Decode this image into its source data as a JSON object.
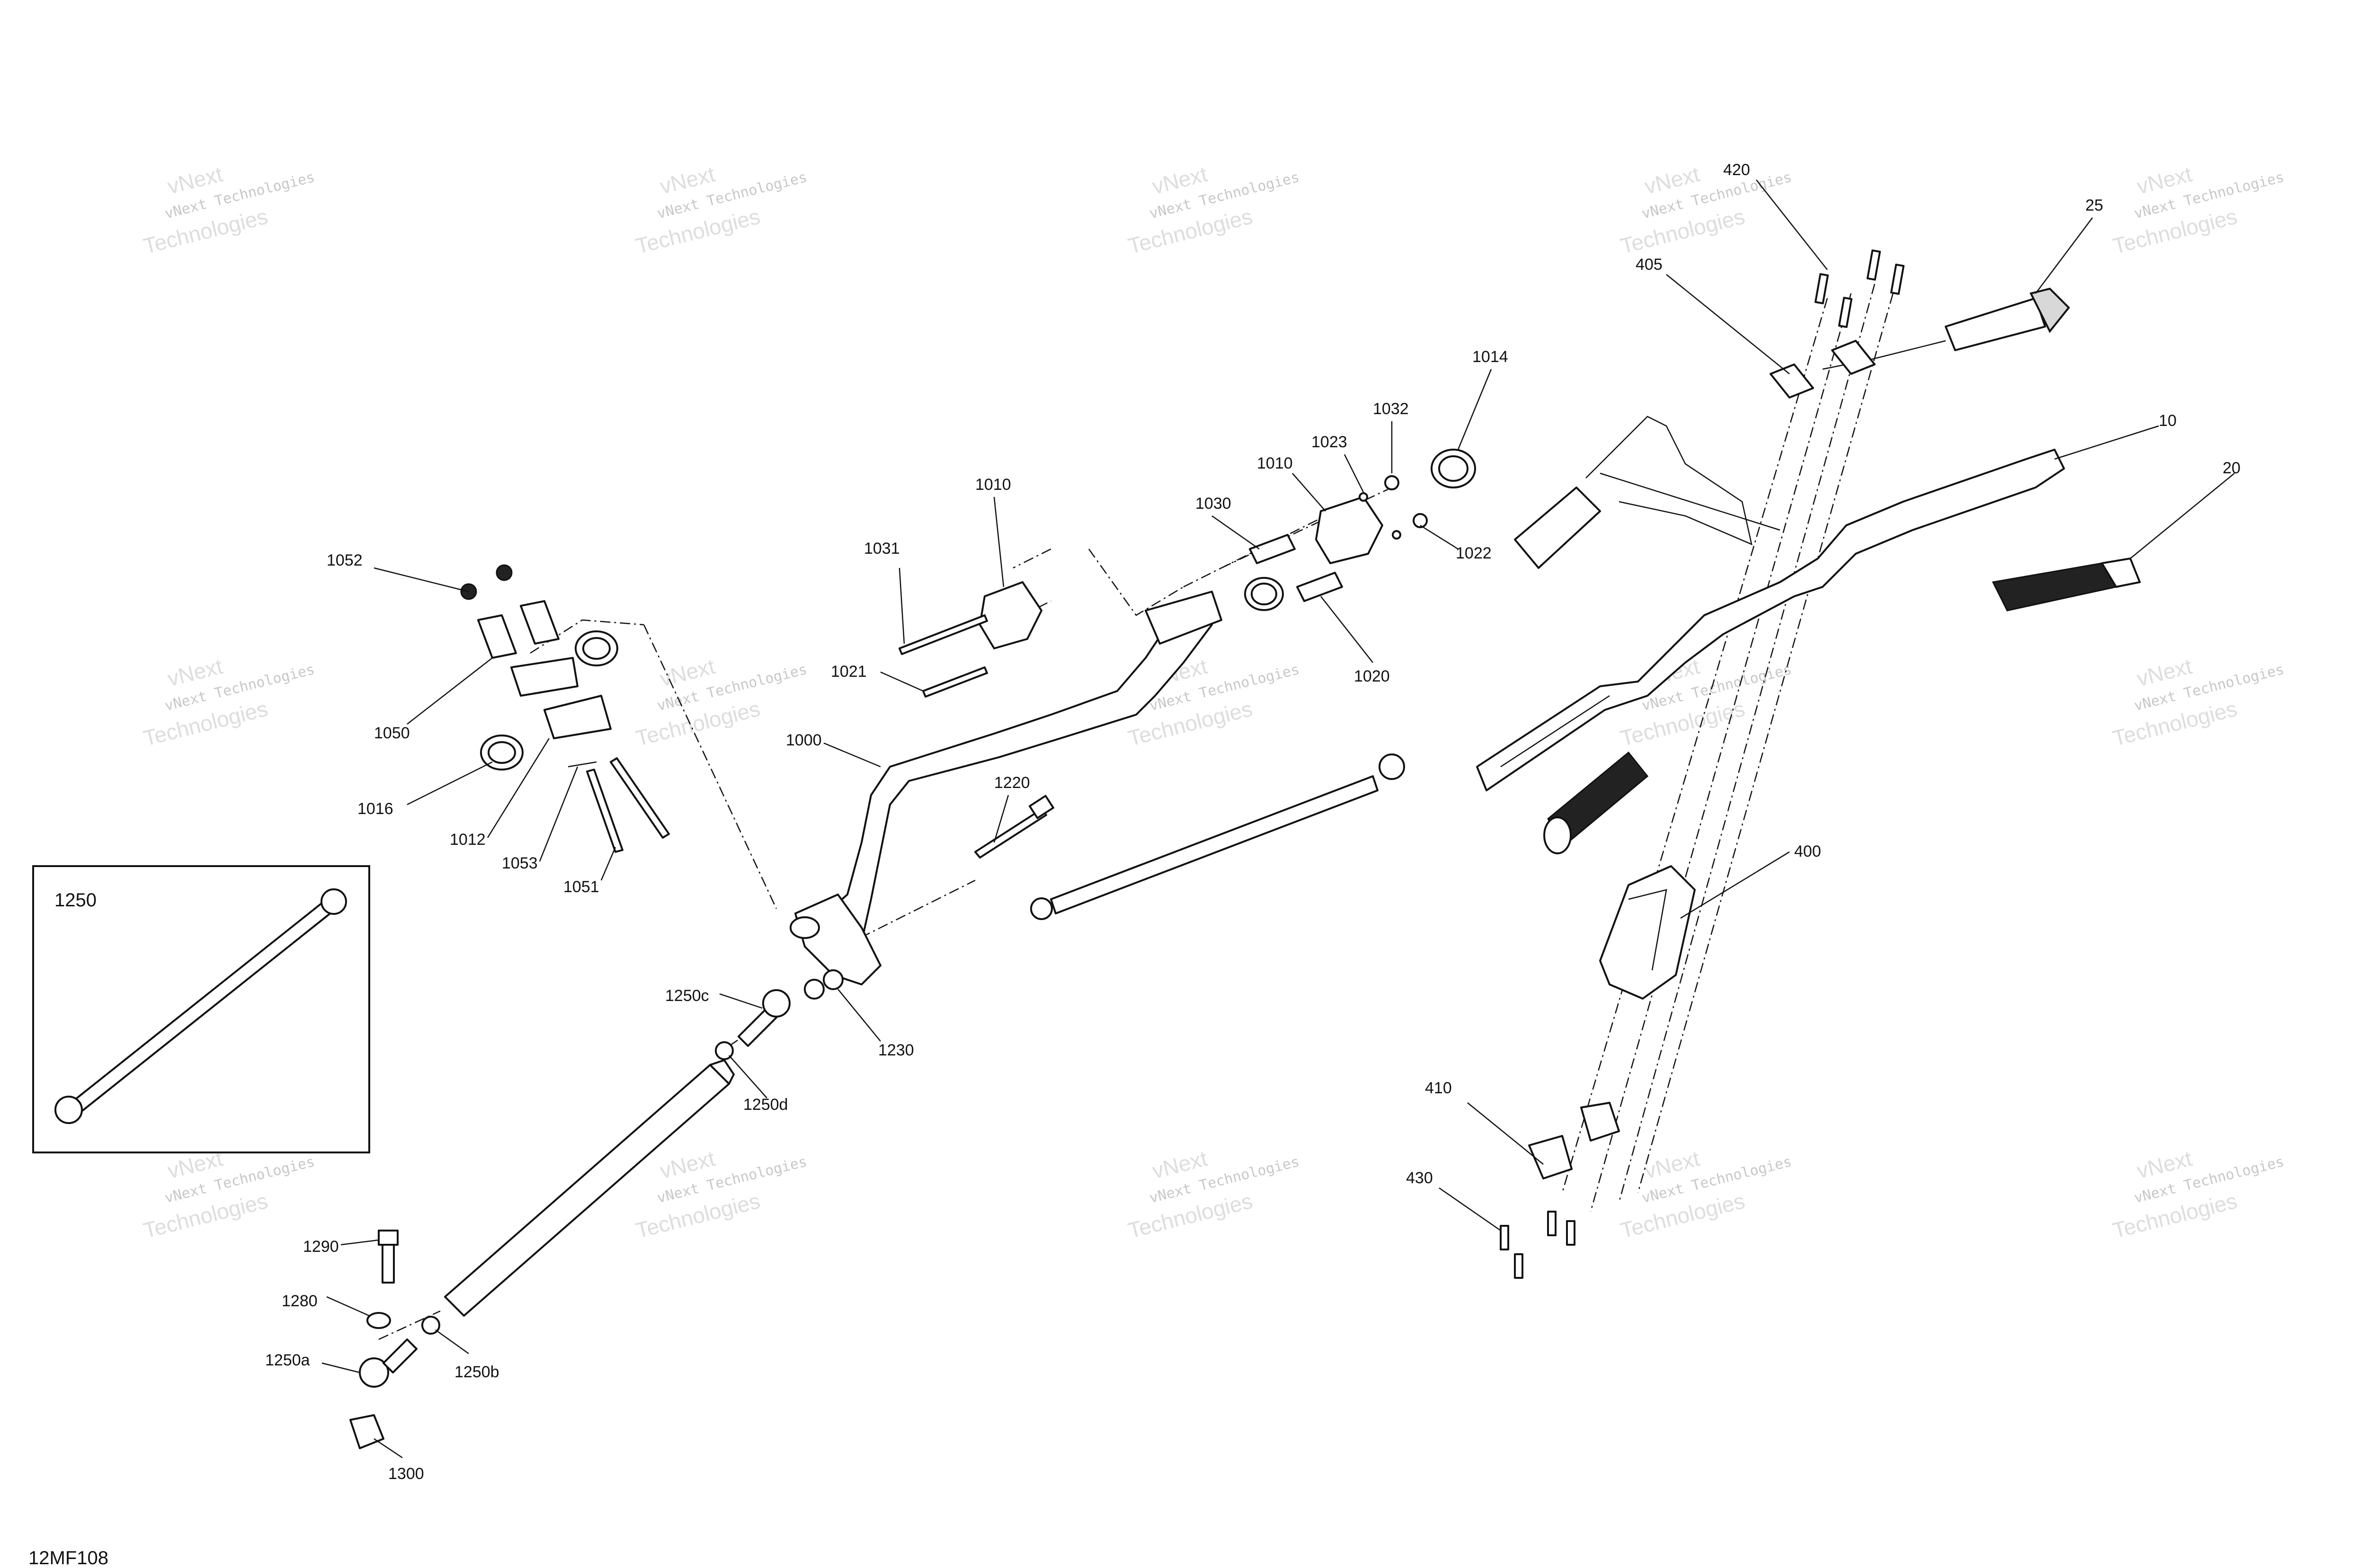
{
  "figure_id": "12MF108",
  "inset_label": "1250",
  "watermark": {
    "line1": "vNext Technologies",
    "line2": "vNext",
    "line3": "Technologies"
  },
  "callouts": {
    "c420": "420",
    "c25": "25",
    "c405": "405",
    "c10": "10",
    "c1014": "1014",
    "c1032": "1032",
    "c1023": "1023",
    "c1010a": "1010",
    "c1010b": "1010",
    "c1030": "1030",
    "c1022": "1022",
    "c1031": "1031",
    "c1020": "1020",
    "c1021": "1021",
    "c1052": "1052",
    "c1050": "1050",
    "c1016": "1016",
    "c1012": "1012",
    "c1053": "1053",
    "c1051": "1051",
    "c1000": "1000",
    "c1220": "1220",
    "c20": "20",
    "c400": "400",
    "c1250c": "1250c",
    "c1230": "1230",
    "c1250d": "1250d",
    "c410": "410",
    "c430": "430",
    "c1290": "1290",
    "c1280": "1280",
    "c1250a": "1250a",
    "c1250b": "1250b",
    "c1300": "1300"
  }
}
